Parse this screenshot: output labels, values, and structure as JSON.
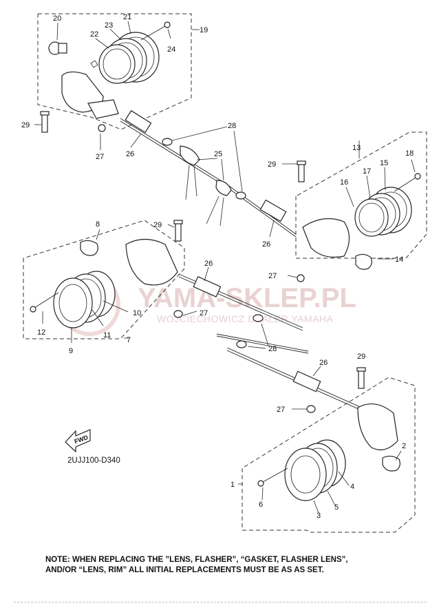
{
  "diagram": {
    "callouts": [
      "1",
      "2",
      "3",
      "4",
      "5",
      "6",
      "7",
      "8",
      "9",
      "10",
      "11",
      "12",
      "13",
      "14",
      "15",
      "16",
      "17",
      "18",
      "19",
      "20",
      "21",
      "22",
      "23",
      "24",
      "25",
      "26",
      "27",
      "28",
      "29"
    ],
    "reference_code": "2UJJ100-D340",
    "fwd_label": "FWD",
    "watermark": {
      "brand": "YAMA-SKLEP.PL",
      "subtitle": "WOJCIECHOWICZ DEALER YAMAHA"
    },
    "note_line1": "NOTE: WHEN REPLACING THE  ”LENS, FLASHER”, “GASKET, FLASHER LENS”,",
    "note_line2": "AND/OR “LENS, RIM” ALL INITIAL REPLACEMENTS MUST BE AS AS SET.",
    "colors": {
      "line": "#222222",
      "watermark": "#e3c6c6"
    }
  }
}
